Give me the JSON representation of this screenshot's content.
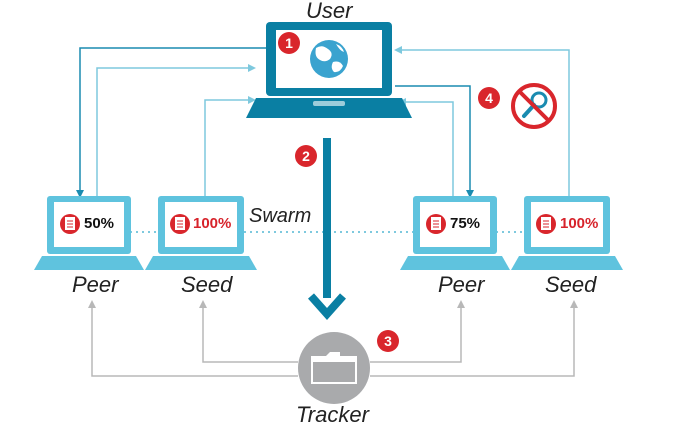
{
  "labels": {
    "user": "User",
    "swarm": "Swarm",
    "peer_left": "Peer",
    "seed_left": "Seed",
    "peer_right": "Peer",
    "seed_right": "Seed",
    "tracker": "Tracker"
  },
  "progress": {
    "peer_left": "50%",
    "seed_left": "100%",
    "peer_right": "75%",
    "seed_right": "100%"
  },
  "steps": [
    "1",
    "2",
    "3",
    "4"
  ],
  "icons": {
    "user_screen": "globe-icon",
    "file_badge": "document-icon",
    "tracker": "folder-icon",
    "step4": "no-search-icon"
  },
  "colors": {
    "laptop_main": "#0a7fa3",
    "laptop_light": "#5fc3de",
    "arrow_blue": "#1a8bb0",
    "arrow_light": "#7ec9de",
    "arrow_gray": "#b8b8b8",
    "badge_red": "#d9262c",
    "tracker_gray": "#a9aaac"
  }
}
